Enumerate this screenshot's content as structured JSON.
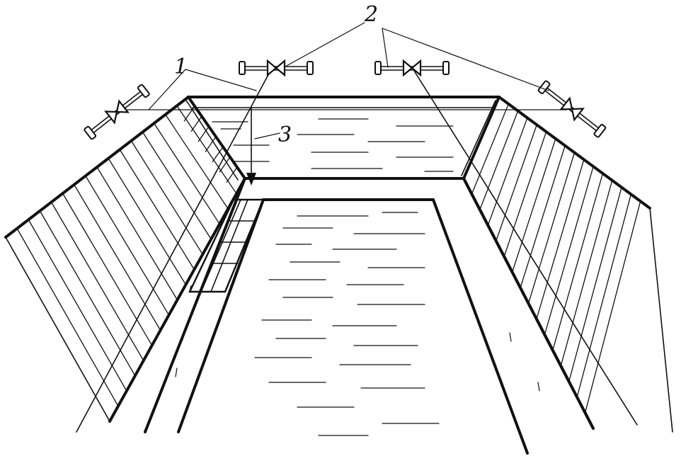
{
  "diagram": {
    "callouts": [
      {
        "id": "1",
        "text": "1"
      },
      {
        "id": "2",
        "text": "2"
      },
      {
        "id": "3",
        "text": "3"
      }
    ],
    "icons": {
      "instrument": "leveling-instrument-icon",
      "plumb": "plumb-arrow-icon"
    }
  }
}
